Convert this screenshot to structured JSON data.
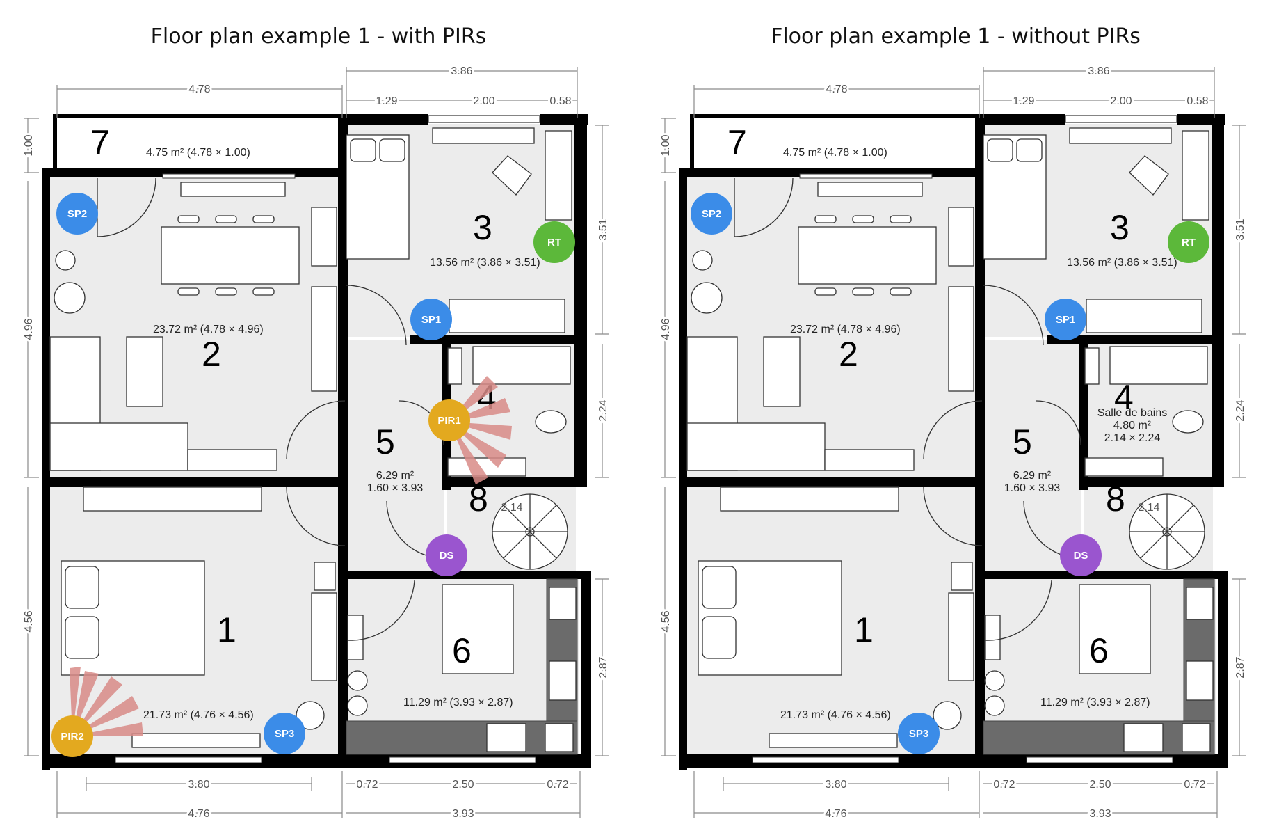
{
  "plans": [
    {
      "title": "Floor plan example 1 -  with PIRs",
      "rooms": [
        {
          "num": "7",
          "area": "4.75 m² (4.78 × 1.00)"
        },
        {
          "num": "2",
          "area": "23.72 m² (4.78 × 4.96)"
        },
        {
          "num": "3",
          "area": "13.56 m² (3.86 × 3.51)"
        },
        {
          "num": "4",
          "area": ""
        },
        {
          "num": "5",
          "area": "6.29 m²",
          "area2": "1.60 × 3.93"
        },
        {
          "num": "8",
          "area": ""
        },
        {
          "num": "1",
          "area": "21.73 m² (4.76 × 4.56)"
        },
        {
          "num": "6",
          "area": "11.29 m² (3.93 × 2.87)"
        }
      ],
      "devices": [
        {
          "label": "SP2",
          "color": "#3b8ce8"
        },
        {
          "label": "RT",
          "color": "#5cb83a"
        },
        {
          "label": "SP1",
          "color": "#3b8ce8"
        },
        {
          "label": "PIR1",
          "color": "#e3a91f"
        },
        {
          "label": "DS",
          "color": "#9a55cf"
        },
        {
          "label": "SP3",
          "color": "#3b8ce8"
        },
        {
          "label": "PIR2",
          "color": "#e3a91f"
        }
      ],
      "pir_cones": true
    },
    {
      "title": "Floor plan example 1 -  without PIRs",
      "rooms": [
        {
          "num": "7",
          "area": "4.75 m² (4.78 × 1.00)"
        },
        {
          "num": "2",
          "area": "23.72 m² (4.78 × 4.96)"
        },
        {
          "num": "3",
          "area": "13.56 m² (3.86 × 3.51)"
        },
        {
          "num": "4",
          "area": "Salle de bains",
          "area2": "4.80 m²",
          "area3": "2.14 × 2.24"
        },
        {
          "num": "5",
          "area": "6.29 m²",
          "area2": "1.60 × 3.93"
        },
        {
          "num": "8",
          "area": ""
        },
        {
          "num": "1",
          "area": "21.73 m² (4.76 × 4.56)"
        },
        {
          "num": "6",
          "area": "11.29 m² (3.93 × 2.87)"
        }
      ],
      "devices": [
        {
          "label": "SP2",
          "color": "#3b8ce8"
        },
        {
          "label": "RT",
          "color": "#5cb83a"
        },
        {
          "label": "SP1",
          "color": "#3b8ce8"
        },
        {
          "label": "DS",
          "color": "#9a55cf"
        },
        {
          "label": "SP3",
          "color": "#3b8ce8"
        }
      ],
      "pir_cones": false
    }
  ],
  "dimensions": {
    "top_left": "4.78",
    "top_right": "3.86",
    "top_sub": [
      "1.29",
      "2.00",
      "0.58"
    ],
    "left": [
      "1.00",
      "4.96",
      "4.56"
    ],
    "right": [
      "3.51",
      "2.24",
      "2.87"
    ],
    "bottom_sub": [
      "3.80",
      "0.72",
      "2.50",
      "0.72"
    ],
    "bottom": [
      "4.76",
      "3.93"
    ],
    "room8": "2.14"
  },
  "colors": {
    "wall": "#000000",
    "floor": "#ececec",
    "pir_cone": "#d98b88"
  }
}
